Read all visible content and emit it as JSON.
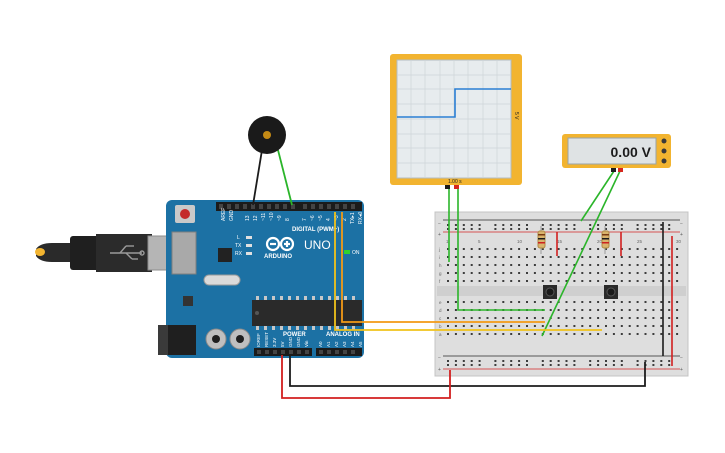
{
  "oscilloscope": {
    "time_label": "1.00 s",
    "volt_label": "5 V",
    "trace_color": "#2a7fd4"
  },
  "multimeter": {
    "reading": "0.00 V",
    "probe_colors": [
      "#1e1e1e",
      "#d6261e"
    ]
  },
  "arduino": {
    "brand": "ARDUINO",
    "model": "UNO",
    "digital_label": "DIGITAL (PWM~)",
    "power_label": "POWER",
    "analog_label": "ANALOG IN",
    "on_label": "ON",
    "led_labels": [
      "L",
      "TX",
      "RX"
    ],
    "digital_pins": [
      "AREF",
      "GND",
      "13",
      "12",
      "~11",
      "~10",
      "~9",
      "8",
      "7",
      "~6",
      "~5",
      "4",
      "~3",
      "2",
      "TX▸1",
      "RX◂0"
    ],
    "power_pins": [
      "IOREF",
      "RESET",
      "3.3V",
      "5V",
      "GND",
      "GND",
      "Vin"
    ],
    "analog_pins": [
      "A0",
      "A1",
      "A2",
      "A3",
      "A4",
      "A5"
    ]
  },
  "breadboard": {
    "columns": [
      "1",
      "5",
      "10",
      "15",
      "20",
      "25",
      "30"
    ],
    "row_letters_top": [
      "j",
      "i",
      "h",
      "g",
      "f"
    ],
    "row_letters_bottom": [
      "e",
      "d",
      "c",
      "b",
      "a"
    ]
  },
  "wires": {
    "red": "#d21f1f",
    "black": "#1c1c1c",
    "green": "#2bb52a",
    "yellow": "#f1c21b",
    "orange": "#f29a16"
  }
}
